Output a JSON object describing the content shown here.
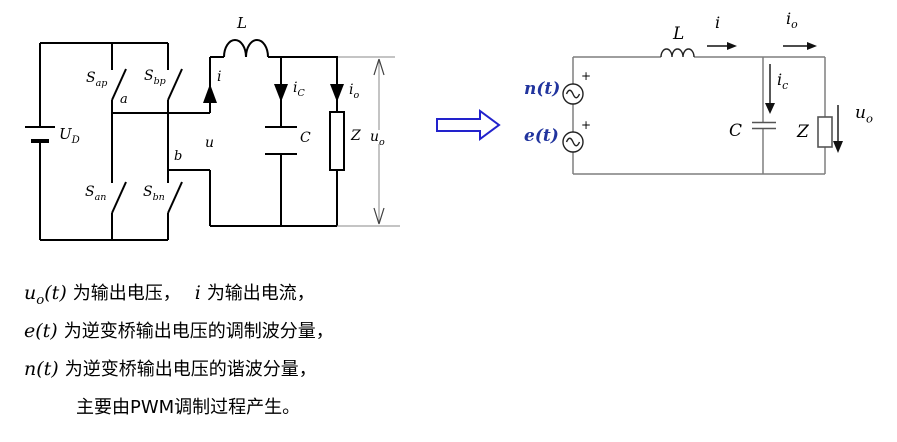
{
  "left_circuit": {
    "source_label": {
      "main": "U",
      "sub": "D"
    },
    "switches": [
      {
        "main": "S",
        "sub": "ap"
      },
      {
        "main": "S",
        "sub": "bp"
      },
      {
        "main": "S",
        "sub": "an"
      },
      {
        "main": "S",
        "sub": "bn"
      }
    ],
    "node_a": "a",
    "node_b": "b",
    "bridge_voltage": "u",
    "inductor": "L",
    "inductor_current": "i",
    "cap_current": {
      "main": "i",
      "sub": "C"
    },
    "capacitor": "C",
    "out_current": {
      "main": "i",
      "sub": "o"
    },
    "load": "Z",
    "out_voltage": {
      "main": "u",
      "sub": "o"
    }
  },
  "transform_arrow": {
    "color": "#2222CC"
  },
  "right_circuit": {
    "harmonic_source": "n(t)",
    "modulation_source": "e(t)",
    "plus": "+",
    "inductor": "L",
    "inductor_current": "i",
    "out_current": {
      "main": "i",
      "sub": "o"
    },
    "cap_current": {
      "main": "i",
      "sub": "c"
    },
    "capacitor": "C",
    "load": "Z",
    "out_voltage": {
      "main": "u",
      "sub": "o"
    },
    "label_color": "#21349E",
    "wire_color": "#7F7F7F"
  },
  "caption": {
    "line1": {
      "math1_main": "u",
      "math1_sub": "o",
      "math1_tail": "(t)",
      "text1": "为输出电压，",
      "math2": "i",
      "text2": "为输出电流，"
    },
    "line2": {
      "math": "e(t)",
      "text": "为逆变桥输出电压的调制波分量，"
    },
    "line3": {
      "math": "n(t)",
      "text": "为逆变桥输出电压的谐波分量，"
    },
    "line4": {
      "text": "主要由PWM调制过程产生。"
    }
  }
}
